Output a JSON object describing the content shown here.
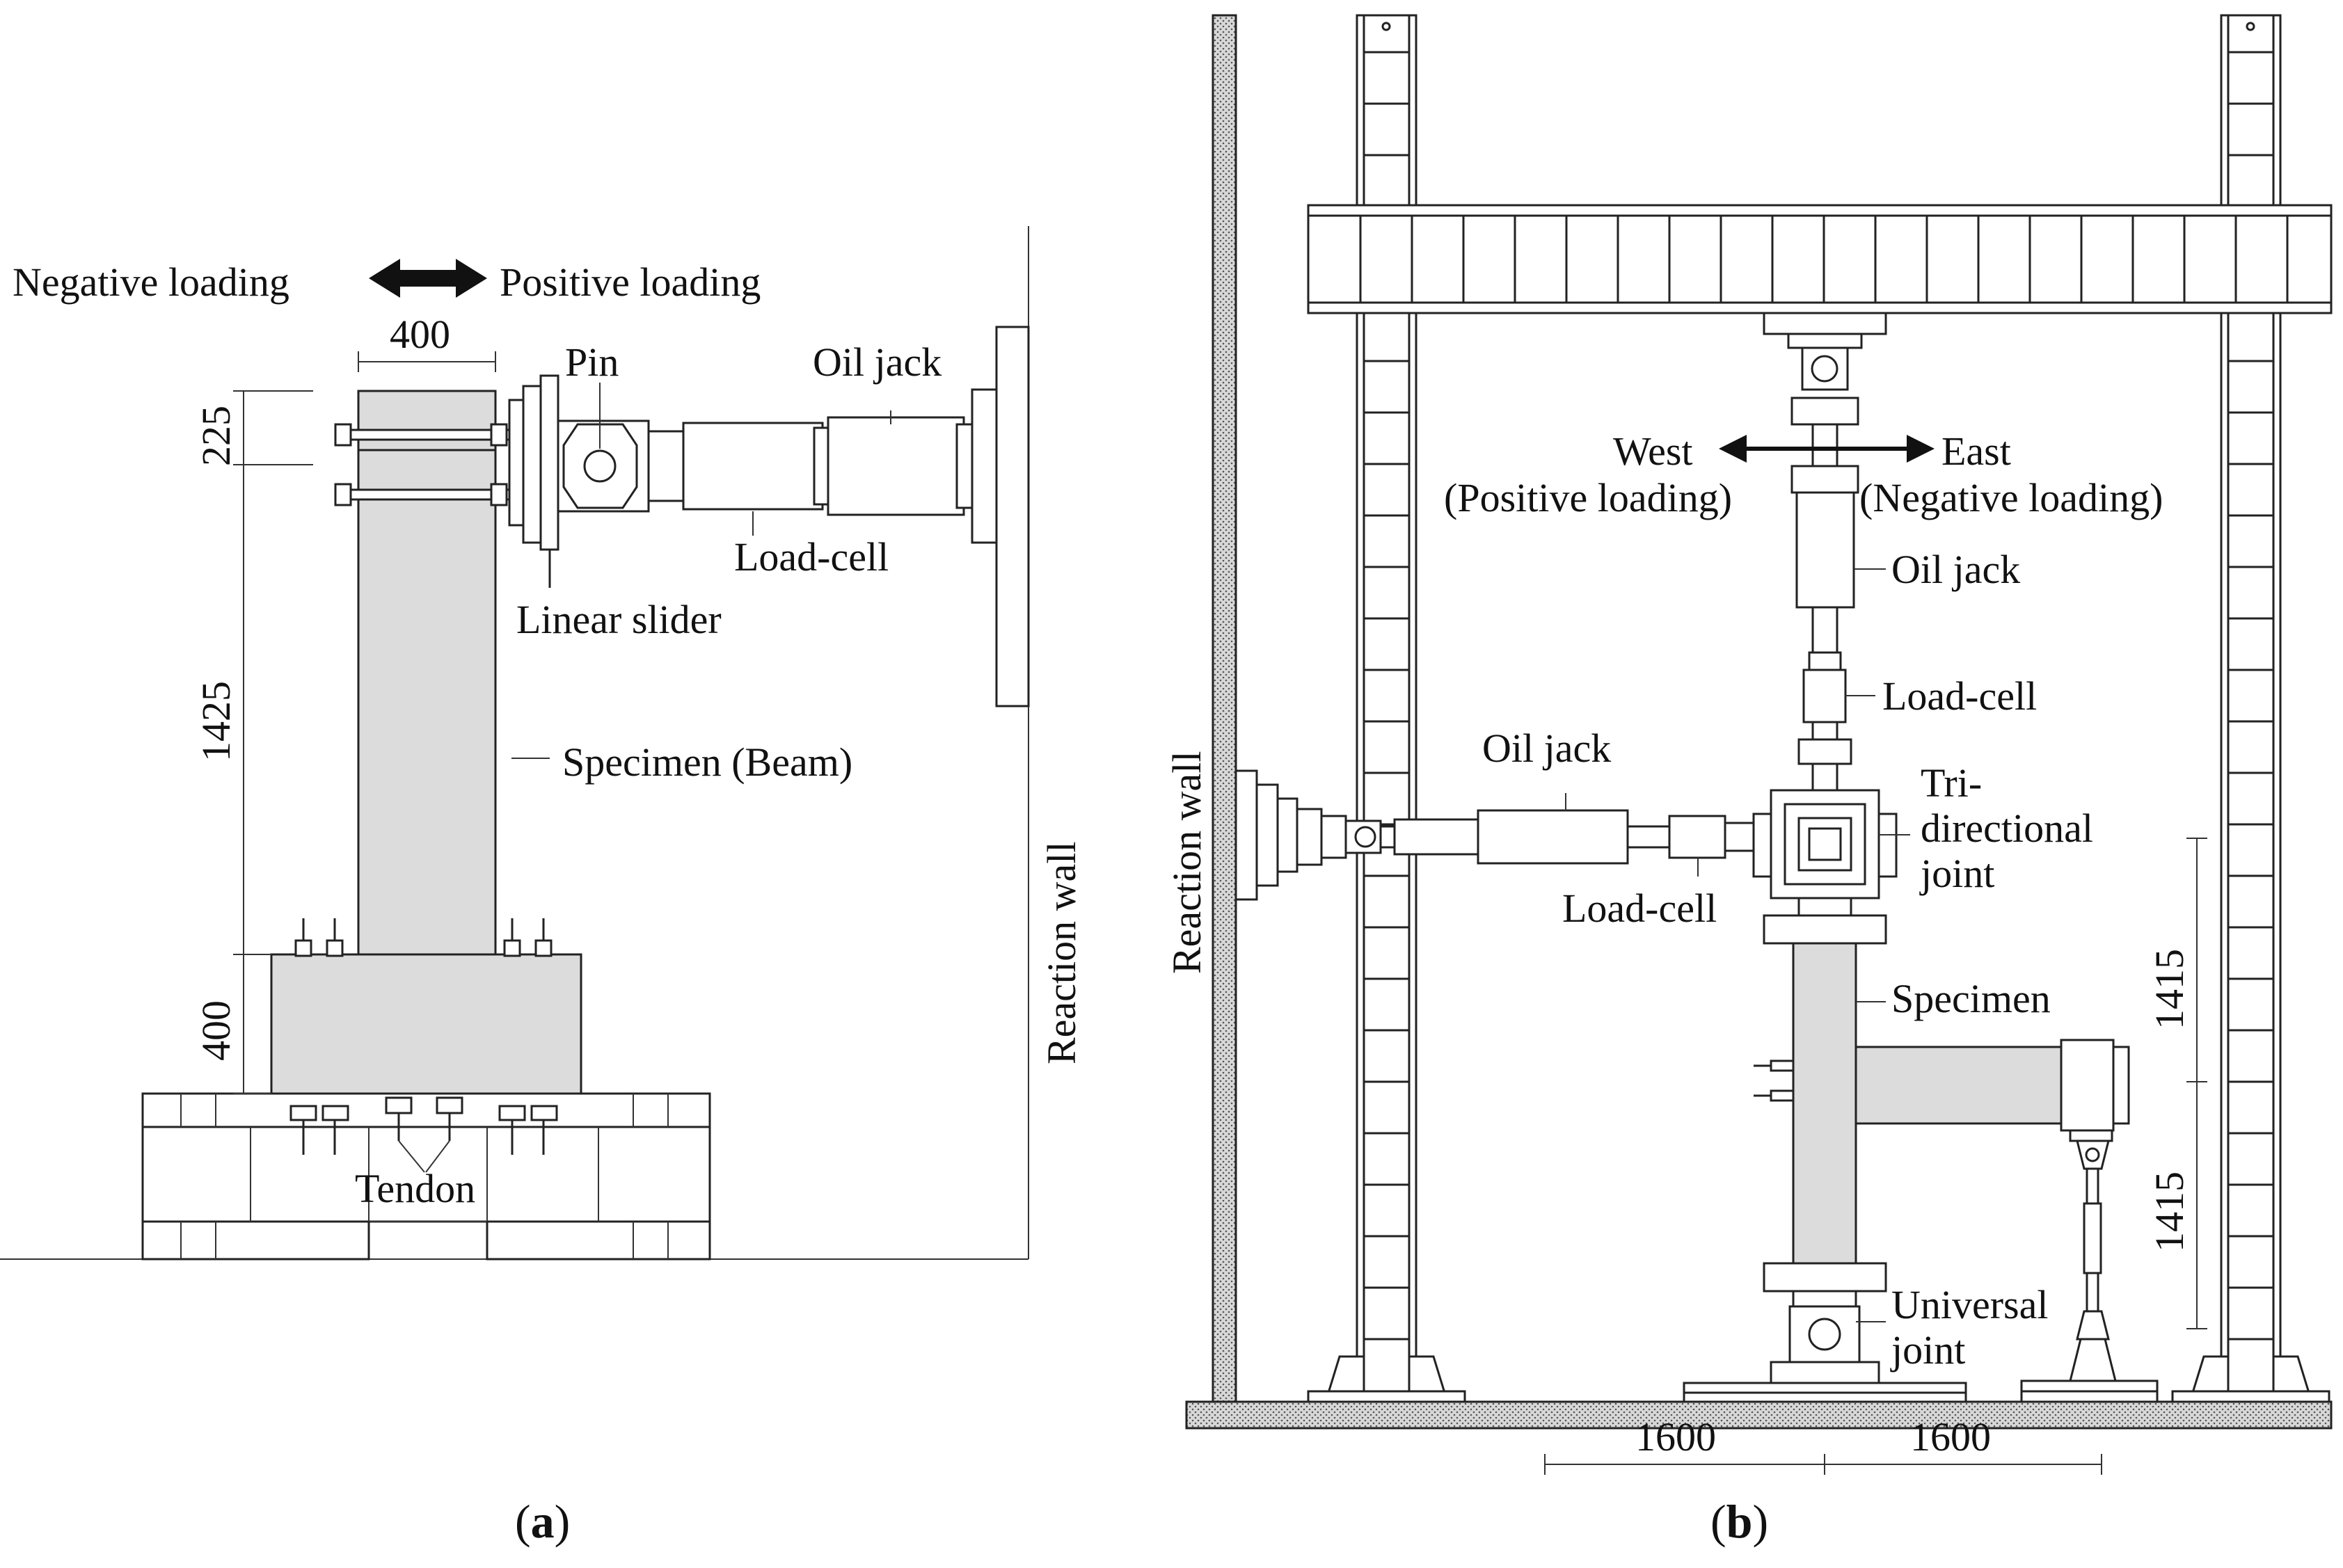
{
  "panel_a": {
    "loading_negative": "Negative loading",
    "loading_positive": "Positive loading",
    "dim_width": "400",
    "dim_225": "225",
    "dim_1425": "1425",
    "dim_400": "400",
    "pin": "Pin",
    "oil_jack": "Oil jack",
    "load_cell": "Load-cell",
    "linear_slider": "Linear slider",
    "specimen": "Specimen (Beam)",
    "reaction_wall": "Reaction wall",
    "tendon": "Tendon",
    "caption_open": "(",
    "caption_letter": "a",
    "caption_close": ")"
  },
  "panel_b": {
    "west": "West",
    "west_sub": "(Positive loading)",
    "east": "East",
    "east_sub": "(Negative loading)",
    "oil_jack_vertical": "Oil jack",
    "load_cell_vertical": "Load-cell",
    "oil_jack_horizontal": "Oil jack",
    "load_cell_horizontal": "Load-cell",
    "tri_joint_1": "Tri-",
    "tri_joint_2": "directional",
    "tri_joint_3": "joint",
    "specimen": "Specimen",
    "universal_1": "Universal",
    "universal_2": "joint",
    "reaction_wall": "Reaction wall",
    "dim_1415_top": "1415",
    "dim_1415_bottom": "1415",
    "dim_1600_left": "1600",
    "dim_1600_right": "1600",
    "caption_open": "(",
    "caption_letter": "b",
    "caption_close": ")"
  }
}
